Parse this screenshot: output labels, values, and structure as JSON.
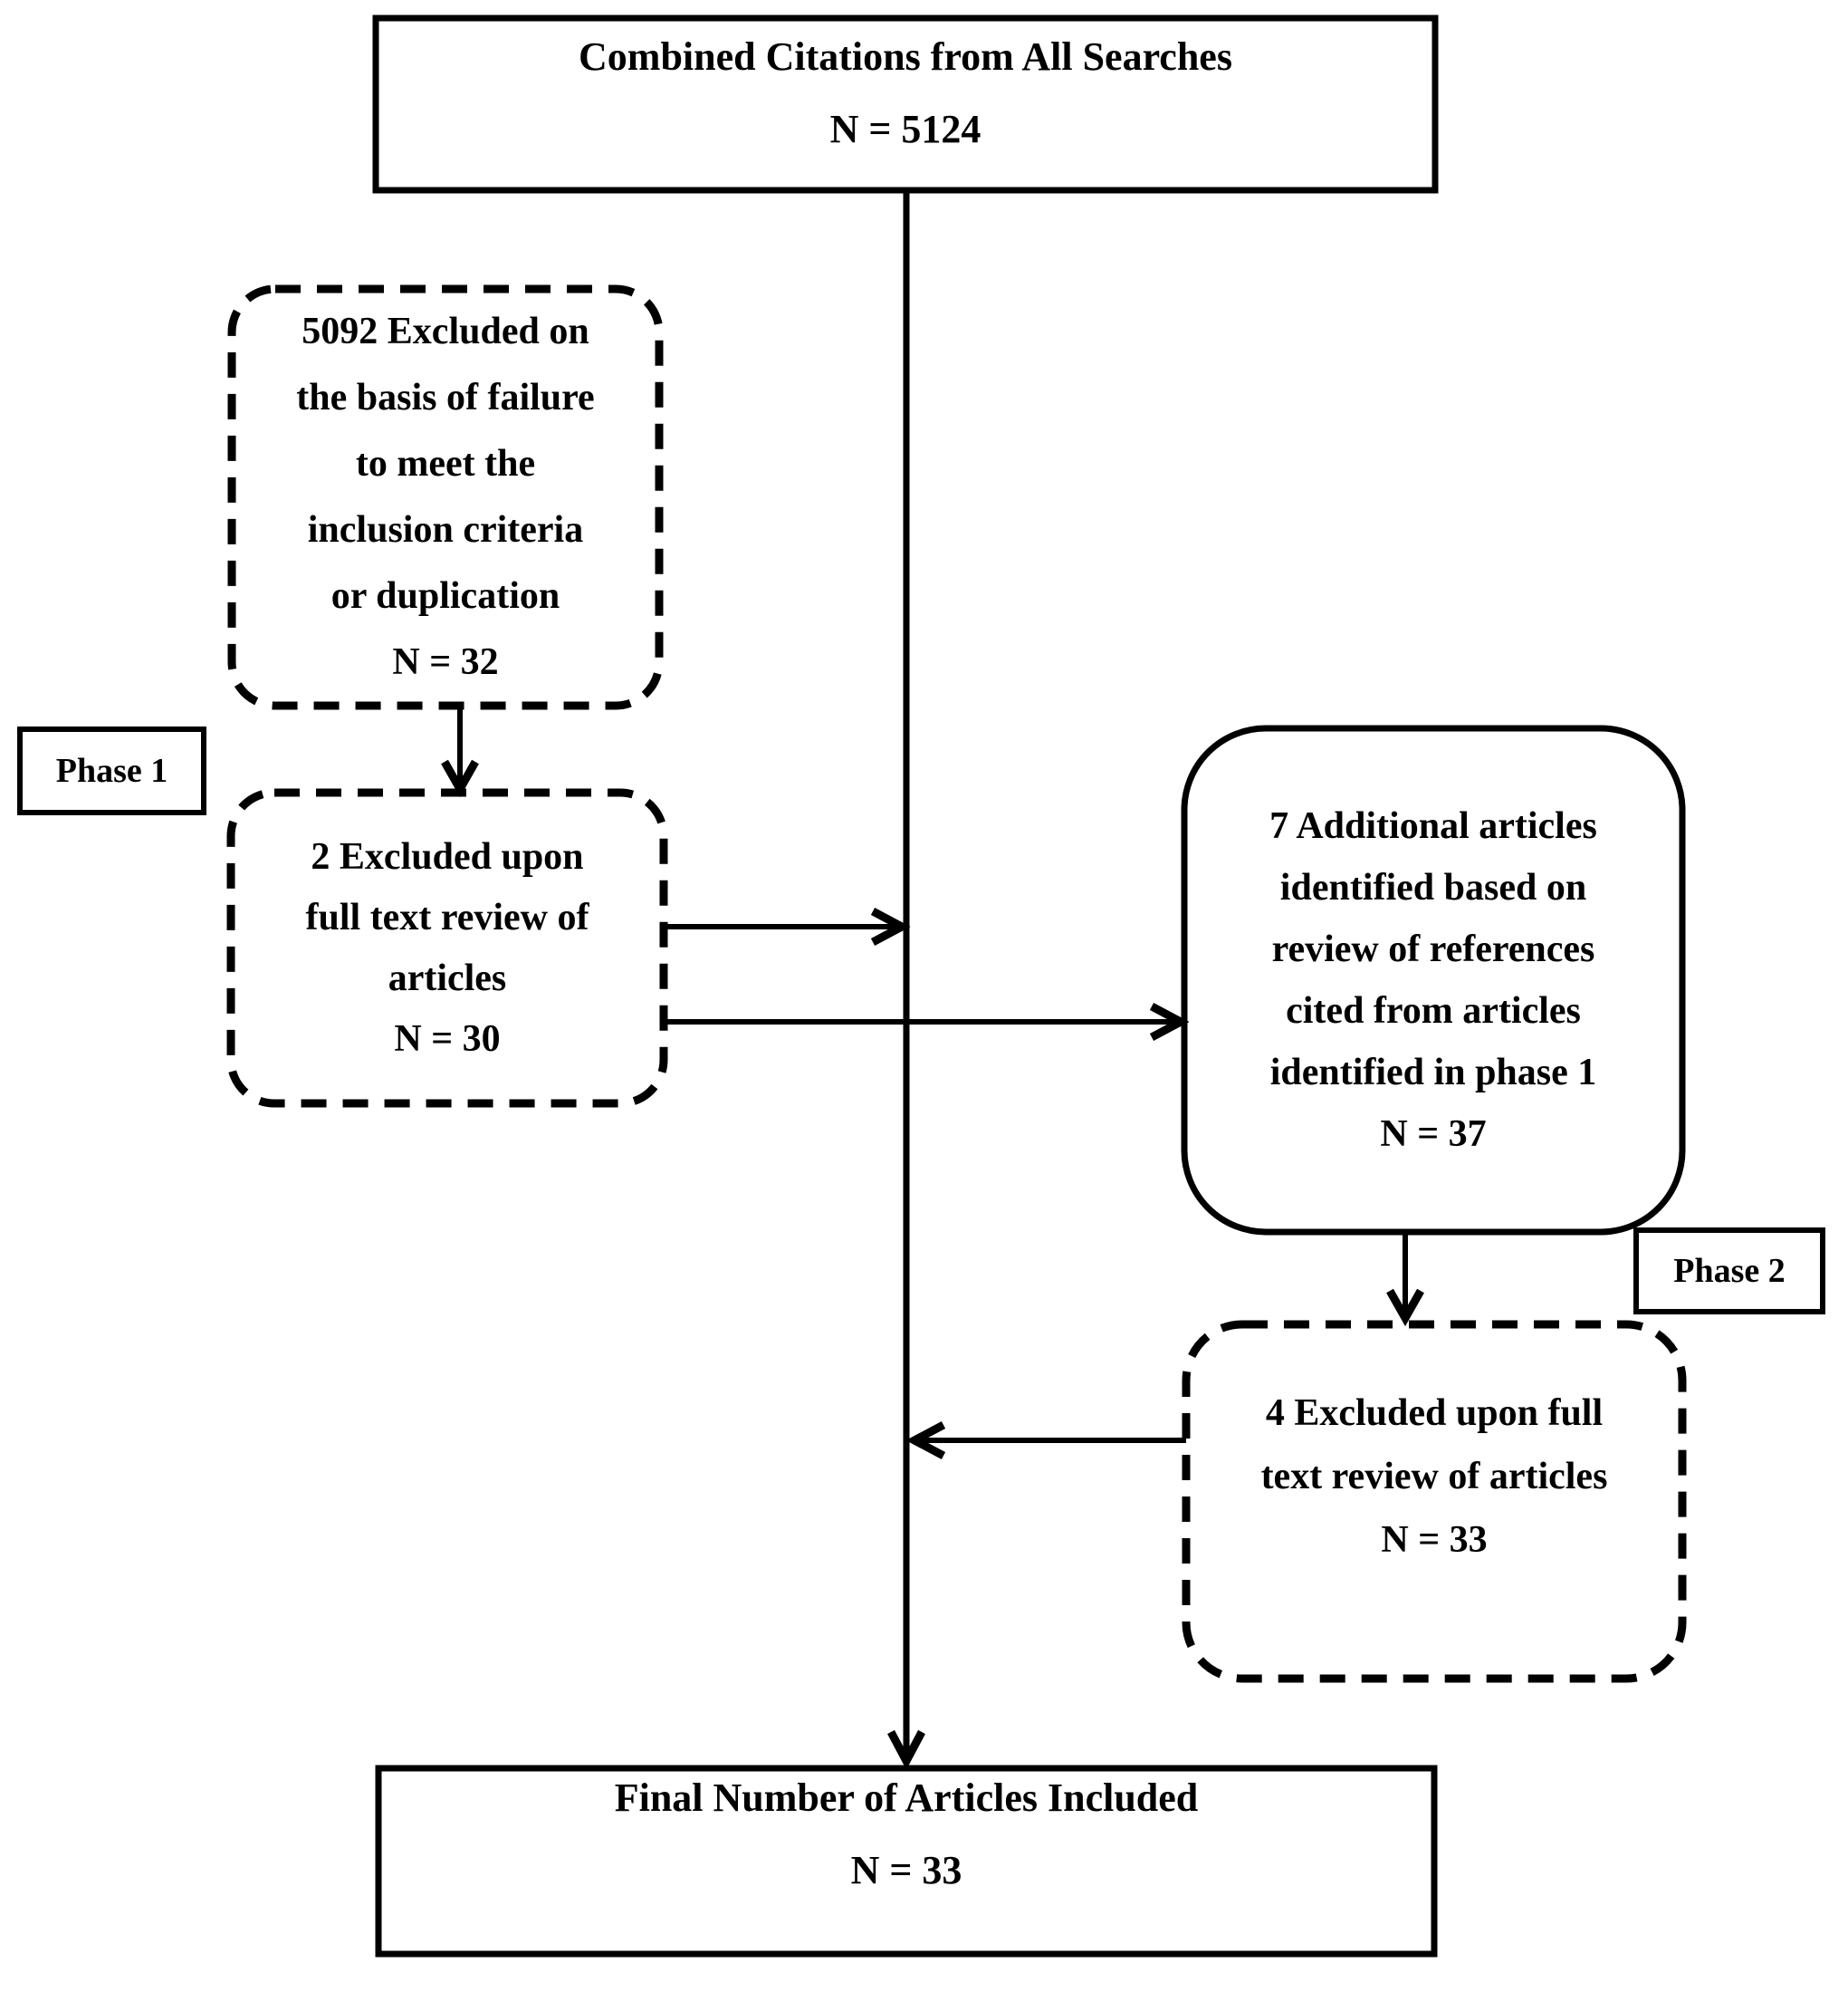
{
  "diagram": {
    "type": "flowchart",
    "nodes": {
      "combined": {
        "shape": "rectangle-solid",
        "text": [
          "Combined Citations from All Searches",
          "N = 5124"
        ]
      },
      "excluded_initial": {
        "shape": "rounded-dashed",
        "text": [
          "5092 Excluded on",
          "the basis of failure",
          "to meet the",
          "inclusion criteria",
          "or duplication",
          "N = 32"
        ]
      },
      "phase1": {
        "shape": "rectangle-solid",
        "text": [
          "Phase 1"
        ]
      },
      "excluded_fulltext_phase1": {
        "shape": "rounded-dashed",
        "text": [
          "2 Excluded upon",
          "full text review of",
          "articles",
          "N = 30"
        ]
      },
      "additional_articles": {
        "shape": "rounded-solid",
        "text": [
          "7 Additional articles",
          "identified based on",
          "review of references",
          "cited from articles",
          "identified in phase 1",
          "N = 37"
        ]
      },
      "phase2": {
        "shape": "rectangle-solid",
        "text": [
          "Phase 2"
        ]
      },
      "excluded_fulltext_phase2": {
        "shape": "rounded-dashed",
        "text": [
          "4 Excluded upon full",
          "text review of articles",
          "N = 33"
        ]
      },
      "final": {
        "shape": "rectangle-solid",
        "text": [
          "Final Number of Articles Included",
          "N = 33"
        ]
      }
    },
    "edges": [
      {
        "from": "combined",
        "to": "final",
        "style": "vertical-main-line-arrow-down"
      },
      {
        "from": "excluded_initial",
        "to": "excluded_fulltext_phase1",
        "style": "arrow-down"
      },
      {
        "from": "excluded_fulltext_phase1",
        "to": "main-line",
        "style": "arrow-right"
      },
      {
        "from": "excluded_fulltext_phase1",
        "to": "additional_articles",
        "style": "arrow-right"
      },
      {
        "from": "additional_articles",
        "to": "excluded_fulltext_phase2",
        "style": "arrow-down"
      },
      {
        "from": "excluded_fulltext_phase2",
        "to": "main-line",
        "style": "arrow-left"
      }
    ],
    "colors": {
      "ink": "#000000",
      "background": "#ffffff"
    }
  }
}
